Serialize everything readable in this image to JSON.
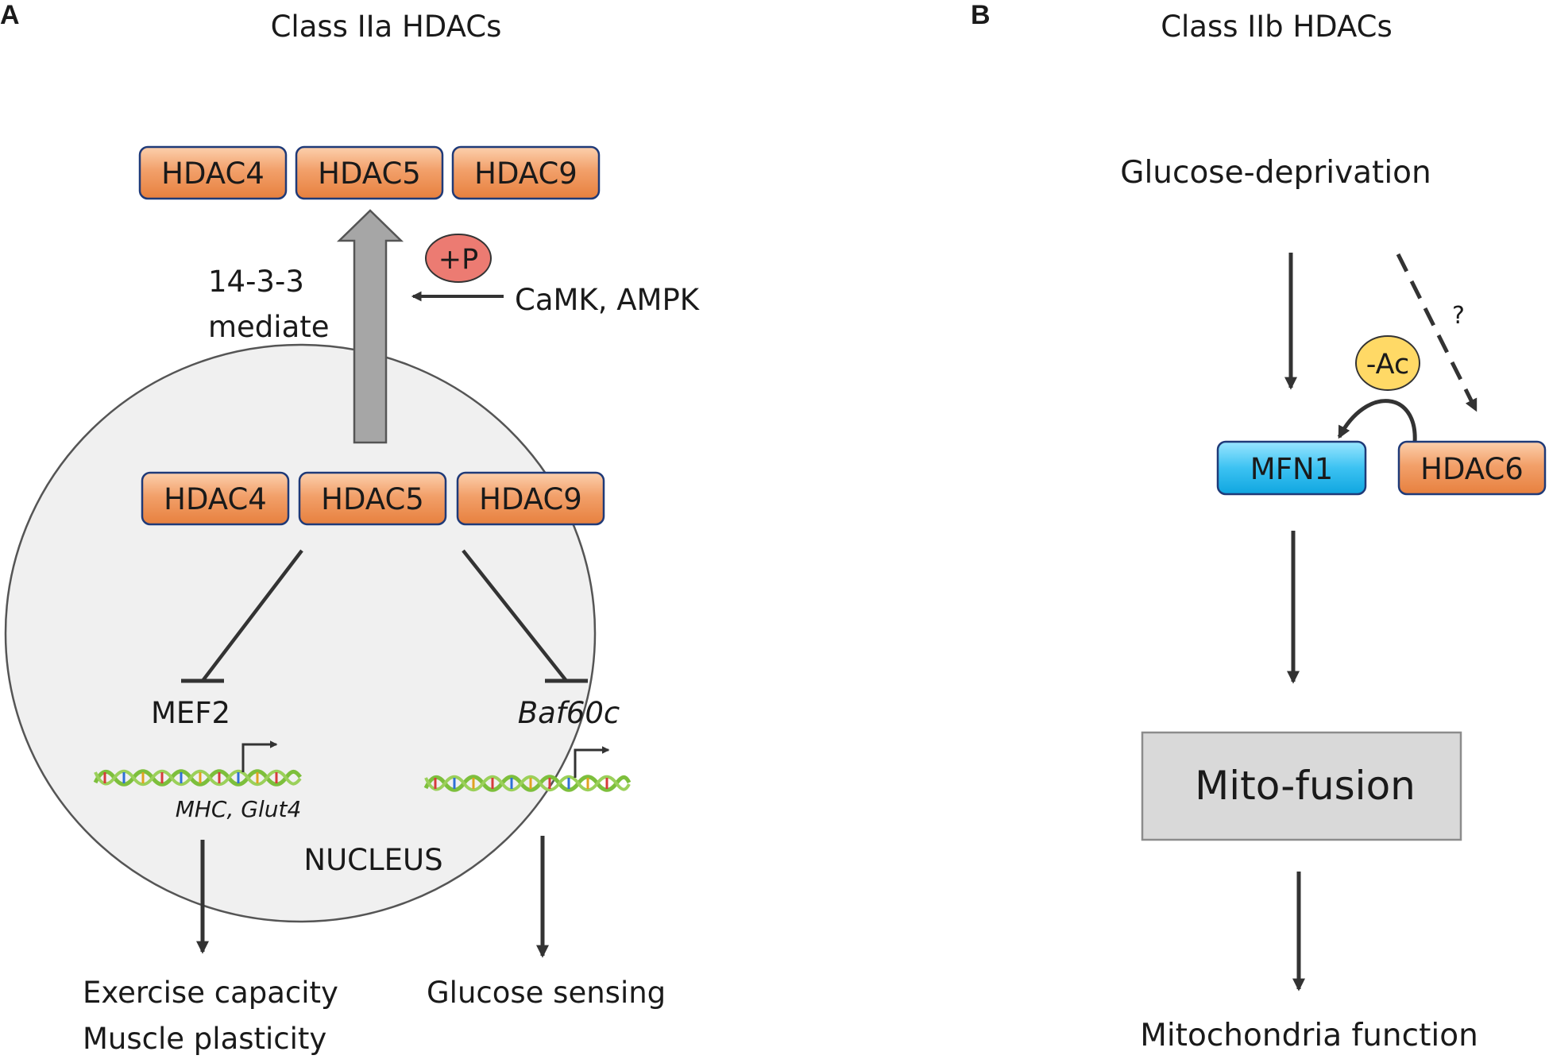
{
  "panelA": {
    "letter": "A",
    "title": "Class IIa HDACs",
    "cytoplasm_hdacs": [
      "HDAC4",
      "HDAC5",
      "HDAC9"
    ],
    "nuclear_hdacs": [
      "HDAC4",
      "HDAC5",
      "HDAC9"
    ],
    "export_label_line1": "14-3-3",
    "export_label_line2": "mediate",
    "phospho_badge": "+P",
    "kinases": "CaMK, AMPK",
    "nucleus_label": "NUCLEUS",
    "target_left": "MEF2",
    "target_right": "Baf60c",
    "genes_left": "MHC, Glut4",
    "outcome_left_line1": "Exercise capacity",
    "outcome_left_line2": "Muscle plasticity",
    "outcome_right": "Glucose sensing"
  },
  "panelB": {
    "letter": "B",
    "title": "Class IIb HDACs",
    "stimulus": "Glucose-deprivation",
    "question_mark": "?",
    "deacetyl_badge": "-Ac",
    "mfn1": "MFN1",
    "hdac6": "HDAC6",
    "process": "Mito-fusion",
    "outcome": "Mitochondria function"
  },
  "colors": {
    "hdac_fill_light": "#fbc7a0",
    "hdac_fill_dark": "#ec8a4c",
    "hdac_stroke": "#1f3a78",
    "mfn1_fill_light": "#8fe0ff",
    "mfn1_fill_dark": "#15aee8",
    "nucleus_fill": "#f0f0f0",
    "phospho_fill": "#ec7b72",
    "acetyl_fill": "#ffd966",
    "process_box_fill": "#d9d9d9",
    "export_arrow_fill": "#a6a6a6"
  }
}
